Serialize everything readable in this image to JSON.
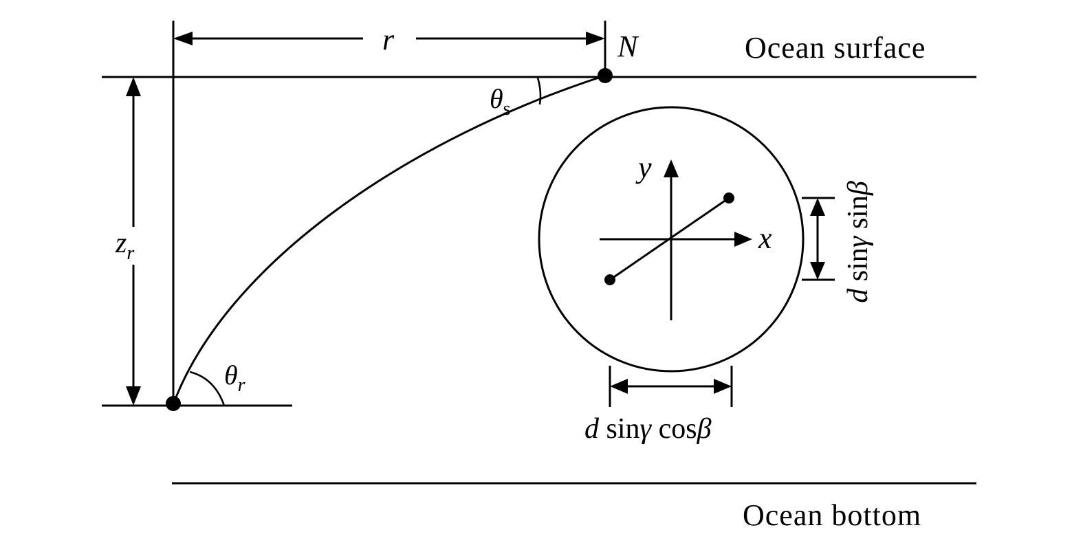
{
  "labels": {
    "ocean_surface": "Ocean surface",
    "ocean_bottom": "Ocean bottom",
    "range": "r",
    "source": "N",
    "theta_s": "θ",
    "theta_s_sub": "s",
    "theta_r": "θ",
    "theta_r_sub": "r",
    "depth": "z",
    "depth_sub": "r",
    "y_axis": "y",
    "x_axis": "x",
    "horizontal_projection": {
      "d": "d",
      "sin": "sin",
      "gamma": "γ",
      "cos": "cos",
      "beta": "β"
    },
    "vertical_projection": {
      "d": "d",
      "sin1": "sin",
      "gamma": "γ",
      "sin2": "sin",
      "beta": "β"
    }
  }
}
